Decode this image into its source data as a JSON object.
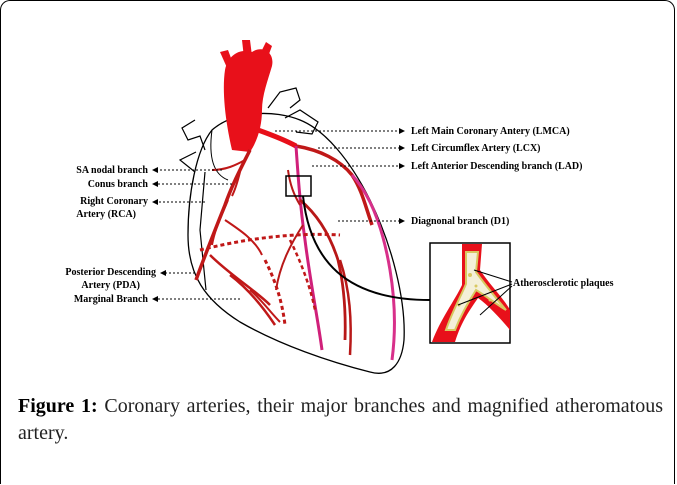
{
  "labels": {
    "lmca": "Left Main Coronary Antery (LMCA)",
    "lcx": "Left Circumflex Artery (LCX)",
    "lad": "Left Anterior Descending branch (LAD)",
    "d1": "Diagnonal branch (D1)",
    "sa_nodal": "SA nodal branch",
    "conus": "Conus branch",
    "rca_line1": "Right Coronary",
    "rca_line2": "Artery (RCA)",
    "pda_line1": "Posterior Descending",
    "pda_line2": "Artery (PDA)",
    "marginal": "Marginal Branch",
    "plaques": "Atherosclerotic plaques"
  },
  "caption": {
    "figure_label": "Figure 1:",
    "text": " Coronary arteries, their major branches and magnified atheromatous artery."
  },
  "colors": {
    "artery": "#e8101a",
    "artery_dark": "#b81818",
    "lad_pink": "#d0207a",
    "plaque": "#d8c860"
  }
}
